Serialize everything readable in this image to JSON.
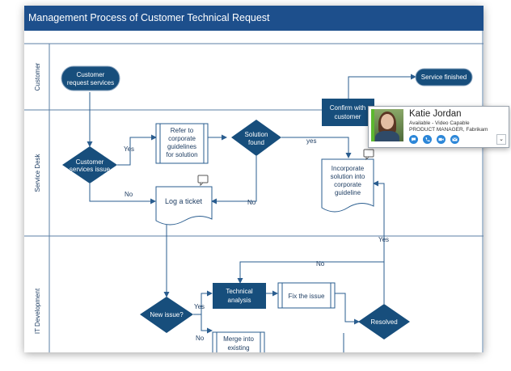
{
  "title": "Management Process of Customer Technical Request",
  "lanes": {
    "customer": "Customer",
    "service_desk": "Service Desk",
    "it_dev": "IT Development"
  },
  "nodes": {
    "customer_request": [
      "Customer",
      "request services"
    ],
    "service_finished": "Service finished",
    "confirm": [
      "Confirm with",
      "customer"
    ],
    "customer_services_issue": [
      "Customer",
      "services issue"
    ],
    "refer": [
      "Refer to",
      "corporate",
      "guidelines",
      "for solution"
    ],
    "solution_found": [
      "Solution",
      "found"
    ],
    "incorporate": [
      "Incorporate",
      "solution into",
      "corporate",
      "guideline"
    ],
    "log_ticket": "Log a ticket",
    "new_issue": "New issue?",
    "technical_analysis": [
      "Technical",
      "analysis"
    ],
    "fix_issue": "Fix the issue",
    "resolved": "Resolved",
    "merge": [
      "Merge into",
      "existing"
    ]
  },
  "edge_labels": {
    "yes1": "Yes",
    "no1": "No",
    "yes2": "yes",
    "no2": "No",
    "yes3": "Yes",
    "no3": "No",
    "yes4": "Yes",
    "no4": "No"
  },
  "contact": {
    "name": "Katie Jordan",
    "status": "Available - Video Capable",
    "role_prefix": "PRODUCT MANAGER,",
    "company": "Fabrikam",
    "actions": [
      "im-icon",
      "call-icon",
      "video-icon",
      "email-icon"
    ]
  },
  "colors": {
    "title_bar": "#1d4f8c",
    "shape_fill": "#174e7c",
    "line": "#2a5d8f",
    "sheet_border": "#5b7fa6"
  }
}
